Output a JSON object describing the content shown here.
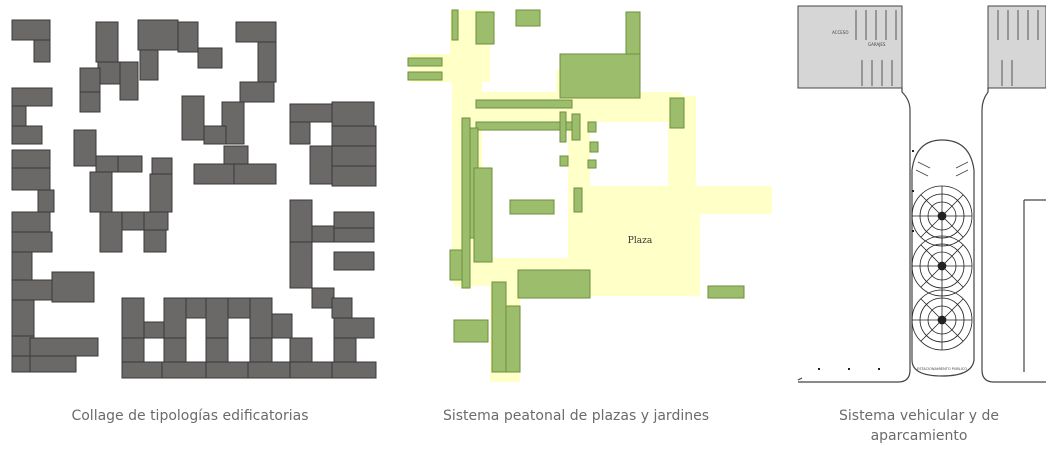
{
  "figures": [
    {
      "caption": "Collage de tipologías edificatorias"
    },
    {
      "caption": "Sistema peatonal de plazas y jardines",
      "plaza_label": "Plaza"
    },
    {
      "caption": "Sistema vehicular y de aparcamiento",
      "parking_label_1": "ACCESO",
      "parking_label_2": "GARAJES",
      "parking_label_3": "ESTACIONAMIENTO PUBLICO"
    }
  ],
  "colors": {
    "building": "#6b6868",
    "building_stroke": "#3a3838",
    "pedestrian": "#ffffc8",
    "garden": "#9cbd6b",
    "garden_stroke": "#6e8f3e",
    "caption": "#6b6b6b"
  }
}
